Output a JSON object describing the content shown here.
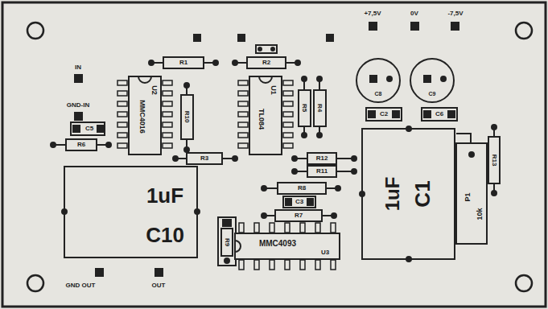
{
  "diagram": {
    "labels": [
      "IN",
      "GND-IN",
      "C5",
      "R6",
      "R1",
      "MMC4016",
      "U2",
      "R10",
      "R2",
      "TL084",
      "U1",
      "R5",
      "R4",
      "R3",
      "+7,5V",
      "0V",
      "-7,5V",
      "C8",
      "C9",
      "C2",
      "C6",
      "R12",
      "R11",
      "1uF",
      "C1",
      "P1",
      "10k",
      "R13",
      "1uF",
      "C10",
      "R8",
      "C3",
      "R7",
      "R9",
      "MMC4093",
      "U3",
      "GND OUT",
      "OUT"
    ]
  }
}
